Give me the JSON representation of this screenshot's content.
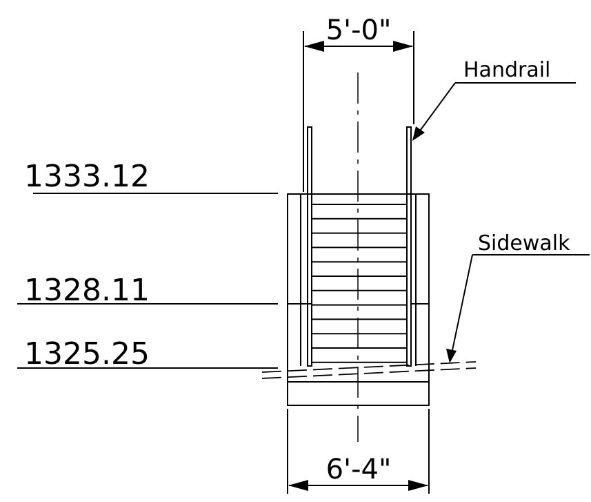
{
  "dimensions": {
    "top_width": "5'-0\"",
    "bottom_width": "6'-4\""
  },
  "elevations": {
    "top": "1333.12",
    "middle": "1328.11",
    "bottom": "1325.25"
  },
  "callouts": {
    "handrail": "Handrail",
    "sidewalk": "Sidewalk"
  }
}
